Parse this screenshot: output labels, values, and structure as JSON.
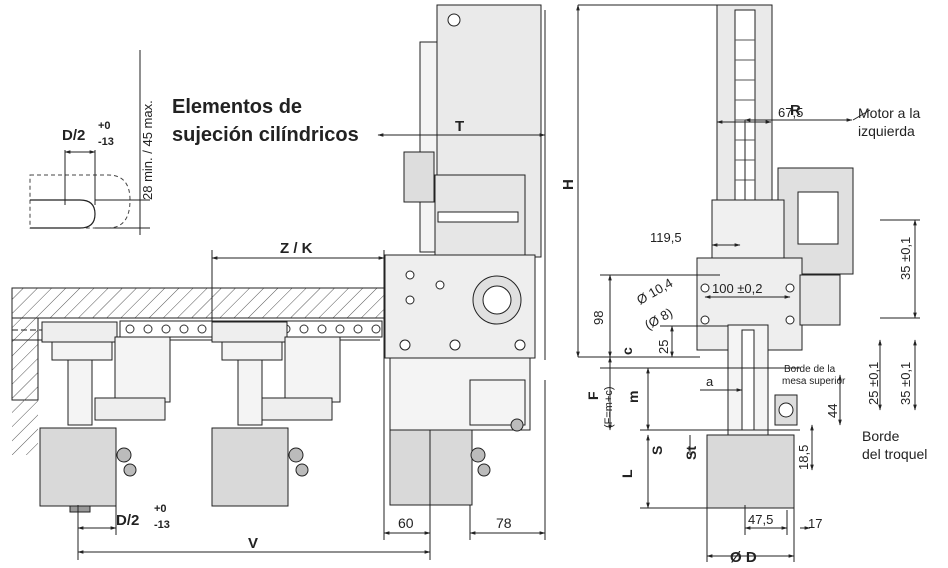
{
  "title": {
    "line1": "Elementos de",
    "line2": "sujeción cilíndricos"
  },
  "slot_dims": {
    "d2": "D/2",
    "tol_plus": "+0",
    "tol_minus": "-13",
    "vertical": "28 min. / 45 max."
  },
  "dims": {
    "T": "T",
    "ZK": "Z / K",
    "V": "V",
    "d2_bottom": "D/2",
    "tol_plus_b": "+0",
    "tol_minus_b": "-13",
    "d60": "60",
    "d78": "78",
    "R": "R",
    "d67": "67,5",
    "H": "H",
    "d119": "119,5",
    "dia104": "Ø 10,4",
    "dia8": "(Ø 8)",
    "d100": "100 ±0,2",
    "d98": "98",
    "c": "c",
    "d25a": "25",
    "F": "F",
    "Fsub": "(F=m+c)",
    "m": "m",
    "a": "a",
    "S": "S",
    "St": "St",
    "L": "L",
    "d35a": "35 ±0,1",
    "d25b": "25 ±0,1",
    "d35b": "35 ±0,1",
    "d44": "44",
    "d185": "18,5",
    "d475": "47,5",
    "d17": "17",
    "dD": "Ø D"
  },
  "labels": {
    "motor1": "Motor a la",
    "motor2": "izquierda",
    "borde1": "Borde de la",
    "borde2": "mesa superior",
    "troq1": "Borde",
    "troq2": "del troquel"
  }
}
